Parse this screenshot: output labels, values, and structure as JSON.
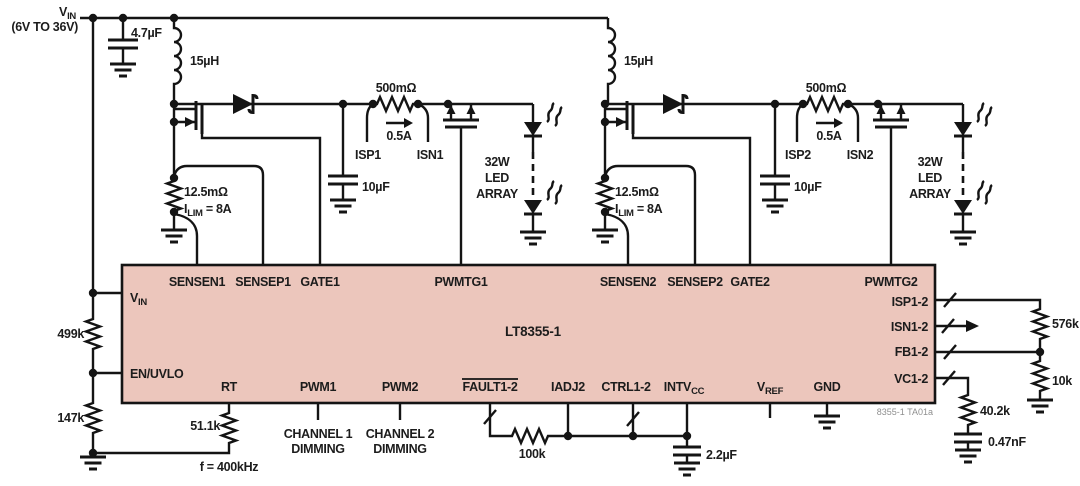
{
  "part": {
    "name": "LT8355-1",
    "figure_note": "8355-1 TA01a"
  },
  "supply": {
    "rail": "V",
    "rail_sub": "IN",
    "range": "(6V TO 36V)",
    "input_cap": "4.7µF"
  },
  "uvlo": {
    "r_top": "499k",
    "r_bottom": "147k"
  },
  "osc": {
    "rt_resistor": "51.1k",
    "frequency": "f = 400kHz"
  },
  "channel1": {
    "inductor": "15µH",
    "current_sense_resistor": "12.5mΩ",
    "ilim": {
      "prefix": "I",
      "sub": "LIM",
      "value": " = 8A"
    },
    "led_sense_resistor": "500mΩ",
    "led_current": "0.5A",
    "isp_label": "ISP1",
    "isn_label": "ISN1",
    "output_cap": "10µF",
    "led_array": {
      "line1": "32W",
      "line2": "LED",
      "line3": "ARRAY"
    },
    "dimming": {
      "line1": "CHANNEL 1",
      "line2": "DIMMING"
    }
  },
  "channel2": {
    "inductor": "15µH",
    "current_sense_resistor": "12.5mΩ",
    "ilim": {
      "prefix": "I",
      "sub": "LIM",
      "value": " = 8A"
    },
    "led_sense_resistor": "500mΩ",
    "led_current": "0.5A",
    "isp_label": "ISP2",
    "isn_label": "ISN2",
    "output_cap": "10µF",
    "led_array": {
      "line1": "32W",
      "line2": "LED",
      "line3": "ARRAY"
    },
    "dimming": {
      "line1": "CHANNEL 2",
      "line2": "DIMMING"
    }
  },
  "fault_pullup": "100k",
  "intvcc_cap": "2.2µF",
  "feedback": {
    "r_top": "576k",
    "r_bottom": "10k"
  },
  "compensation": {
    "resistor": "40.2k",
    "cap": "0.47nF"
  },
  "ic_pins": {
    "top": {
      "sensen1": "SENSEN1",
      "sensep1": "SENSEP1",
      "gate1": "GATE1",
      "pwmtg1": "PWMTG1",
      "sensen2": "SENSEN2",
      "sensep2": "SENSEP2",
      "gate2": "GATE2",
      "pwmtg2": "PWMTG2"
    },
    "left": {
      "vin": "V",
      "vin_sub": "IN",
      "en_uvlo": "EN/UVLO"
    },
    "bottom": {
      "rt": "RT",
      "pwm1": "PWM1",
      "pwm2": "PWM2",
      "fault": "FAULT1-2",
      "iadj2": "IADJ2",
      "ctrl": "CTRL1-2",
      "intv": "INTV",
      "intv_sub": "CC",
      "vref": "V",
      "vref_sub": "REF",
      "gnd": "GND"
    },
    "right": {
      "isp": "ISP1-2",
      "isn": "ISN1-2",
      "fb": "FB1-2",
      "vc": "VC1-2"
    }
  }
}
